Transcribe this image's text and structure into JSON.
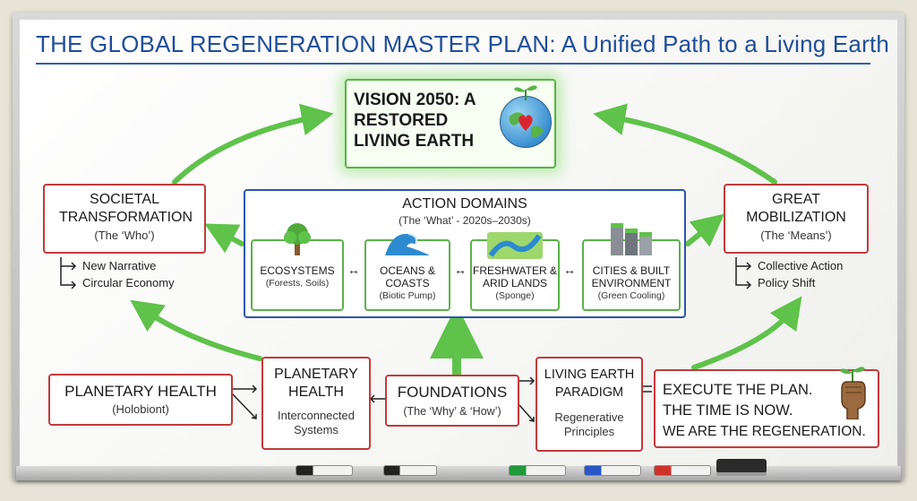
{
  "title": "THE GLOBAL REGENERATION MASTER PLAN: A Unified Path to a Living Earth",
  "vision": {
    "title": "VISION 2050: A RESTORED LIVING EARTH",
    "icon": "earth-heart-icon"
  },
  "societal": {
    "title": "SOCIETAL TRANSFORMATION",
    "sub": "(The ‘Who’)",
    "items": [
      "New Narrative",
      "Circular Economy"
    ]
  },
  "mobilization": {
    "title": "GREAT MOBILIZATION",
    "sub": "(The ‘Means’)",
    "items": [
      "Collective Action",
      "Policy Shift"
    ]
  },
  "action_domains": {
    "title": "ACTION DOMAINS",
    "sub": "(The ‘What’ - 2020s–2030s)",
    "domains": [
      {
        "label": "ECOSYSTEMS",
        "sub": "(Forests, Soils)",
        "icon": "tree-icon"
      },
      {
        "label": "OCEANS & COASTS",
        "sub": "(Biotic Pump)",
        "icon": "wave-icon"
      },
      {
        "label": "FRESHWATER & ARID LANDS",
        "sub": "(Sponge)",
        "icon": "river-icon"
      },
      {
        "label": "CITIES & BUILT ENVIRONMENT",
        "sub": "(Green Cooling)",
        "icon": "green-buildings-icon"
      }
    ],
    "connector": "↔"
  },
  "planetary_health_left": {
    "title": "PLANETARY HEALTH",
    "sub": "(Holobiont)"
  },
  "planetary_health_mid": {
    "title": "PLANETARY HEALTH",
    "sub": "Interconnected Systems"
  },
  "foundations": {
    "title": "FOUNDATIONS",
    "sub": "(The ‘Why’ & ‘How’)"
  },
  "paradigm": {
    "title": "LIVING EARTH PARADIGM",
    "sub": "Regenerative Principles"
  },
  "execute": {
    "lines": [
      "EXECUTE THE PLAN.",
      "THE TIME IS NOW.",
      "WE ARE THE REGENERATION."
    ],
    "icon": "fist-sprout-icon"
  },
  "colors": {
    "title_blue": "#1f4e9a",
    "box_red": "#c23a3a",
    "box_green": "#5ab24a",
    "action_blue": "#2a57a8",
    "arrow_green": "#5fc24a"
  },
  "markers": [
    "black",
    "black",
    "green",
    "blue",
    "red"
  ]
}
